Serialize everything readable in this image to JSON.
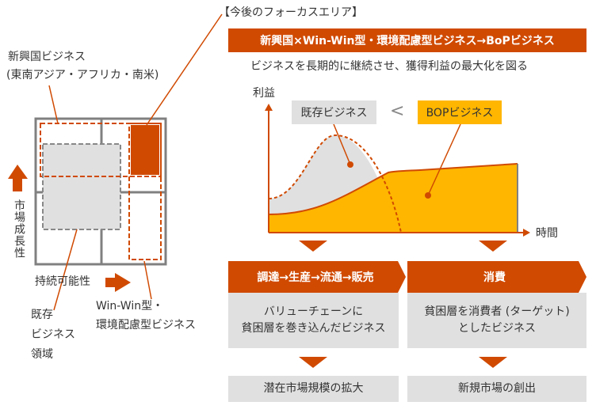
{
  "focus_area_label": "【今後のフォーカスエリア】",
  "left": {
    "emerging_label_1": "新興国ビジネス",
    "emerging_label_2": "(東南アジア・アフリカ・南米)",
    "y_axis_label": "市場成長性",
    "x_axis_label": "持続可能性",
    "existing_label": [
      "既存",
      "ビジネス",
      "領域"
    ],
    "winwin_label_1": "Win-Win型・",
    "winwin_label_2": "環境配慮型ビジネス"
  },
  "right": {
    "header": "新興国×Win-Win型・環境配慮型ビジネス→BoPビジネス",
    "subtitle": "ビジネスを長期的に継続させ、獲得利益の最大化を図る",
    "chart": {
      "y_label": "利益",
      "x_label": "時間",
      "existing_box": "既存ビジネス",
      "less_than": "<",
      "bop_box": "BOPビジネス"
    },
    "process_left": "調達→生産→流通→販売",
    "process_right": "消費",
    "desc_left": [
      "バリューチェーンに",
      "貧困層を巻き込んだビジネス"
    ],
    "desc_right": [
      "貧困層を消費者 (ターゲット)",
      "としたビジネス"
    ],
    "result_left": "潜在市場規模の拡大",
    "result_right": "新規市場の創出"
  },
  "colors": {
    "orange": "#d04a02",
    "amber": "#ffb600",
    "gray": "#e0e0e0"
  }
}
